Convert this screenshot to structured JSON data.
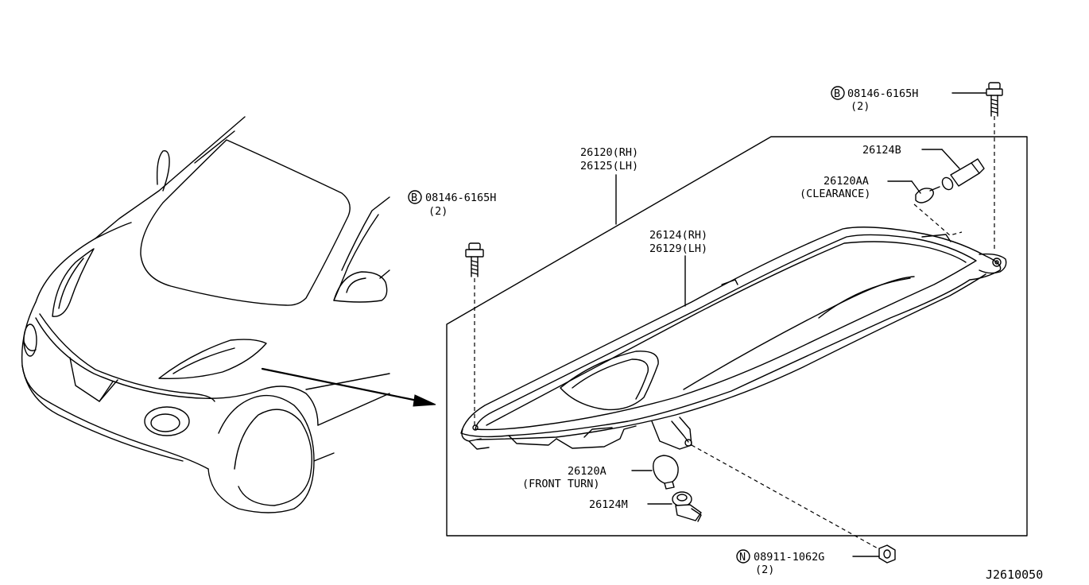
{
  "diagram_id": "J2610050",
  "callouts": {
    "bolt_top": {
      "symbol": "B",
      "part_number": "08146-6165H",
      "qty": "(2)"
    },
    "bolt_left": {
      "symbol": "B",
      "part_number": "08146-6165H",
      "qty": "(2)"
    },
    "nut_bottom": {
      "symbol": "N",
      "part_number": "08911-1062G",
      "qty": "(2)"
    },
    "headlamp_assy": {
      "rh": "26120(RH)",
      "lh": "26125(LH)"
    },
    "lens_housing": {
      "rh": "26124(RH)",
      "lh": "26129(LH)"
    },
    "socket_clearance": {
      "part_number": "26124B"
    },
    "bulb_clearance": {
      "part_number": "26120AA",
      "note": "(CLEARANCE)"
    },
    "bulb_front_turn": {
      "part_number": "26120A",
      "note": "(FRONT TURN)"
    },
    "socket_turn": {
      "part_number": "26124M"
    }
  }
}
